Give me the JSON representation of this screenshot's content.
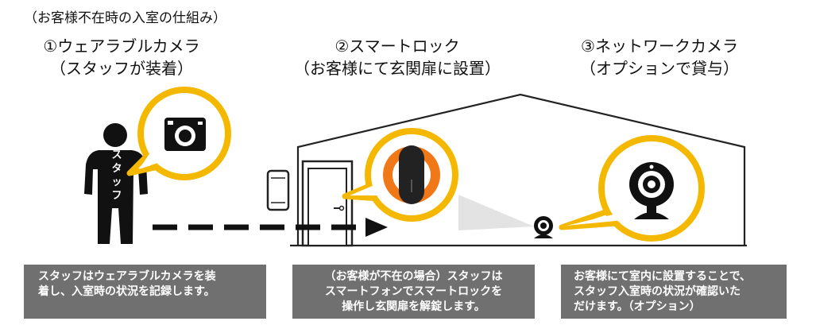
{
  "title": "（お客様不在時の入室の仕組み）",
  "headings": [
    {
      "line1": "①ウェアラブルカメラ",
      "line2": "（スタッフが装着）"
    },
    {
      "line1": "②スマートロック",
      "line2": "（お客様にて玄関扉に設置）"
    },
    {
      "line1": "③ネットワークカメラ",
      "line2": "（オプションで貸与）"
    }
  ],
  "staff_label": [
    "ス",
    "タ",
    "ッ",
    "フ"
  ],
  "captions": [
    {
      "lines": [
        "スタッフはウェアラブルカメラを装",
        "着し、入室時の状況を記録します。"
      ]
    },
    {
      "lines": [
        "（お客様が不在の場合）スタッフは",
        "スマートフォンでスマートロックを",
        "操作し玄関扉を解錠します。"
      ]
    },
    {
      "lines": [
        "お客様にて室内に設置することで、",
        "スタッフ入室時の状況が確認いた",
        "だけます。（オプション）"
      ]
    }
  ],
  "colors": {
    "accent": "#F5B800",
    "lock_ring": "#F07818",
    "caption_bg": "#707070",
    "dark": "#111111"
  },
  "icons": [
    "person-icon",
    "camera-icon",
    "smartphone-icon",
    "door-icon",
    "smart-lock-icon",
    "webcam-icon",
    "arrow-icon",
    "house-outline"
  ]
}
